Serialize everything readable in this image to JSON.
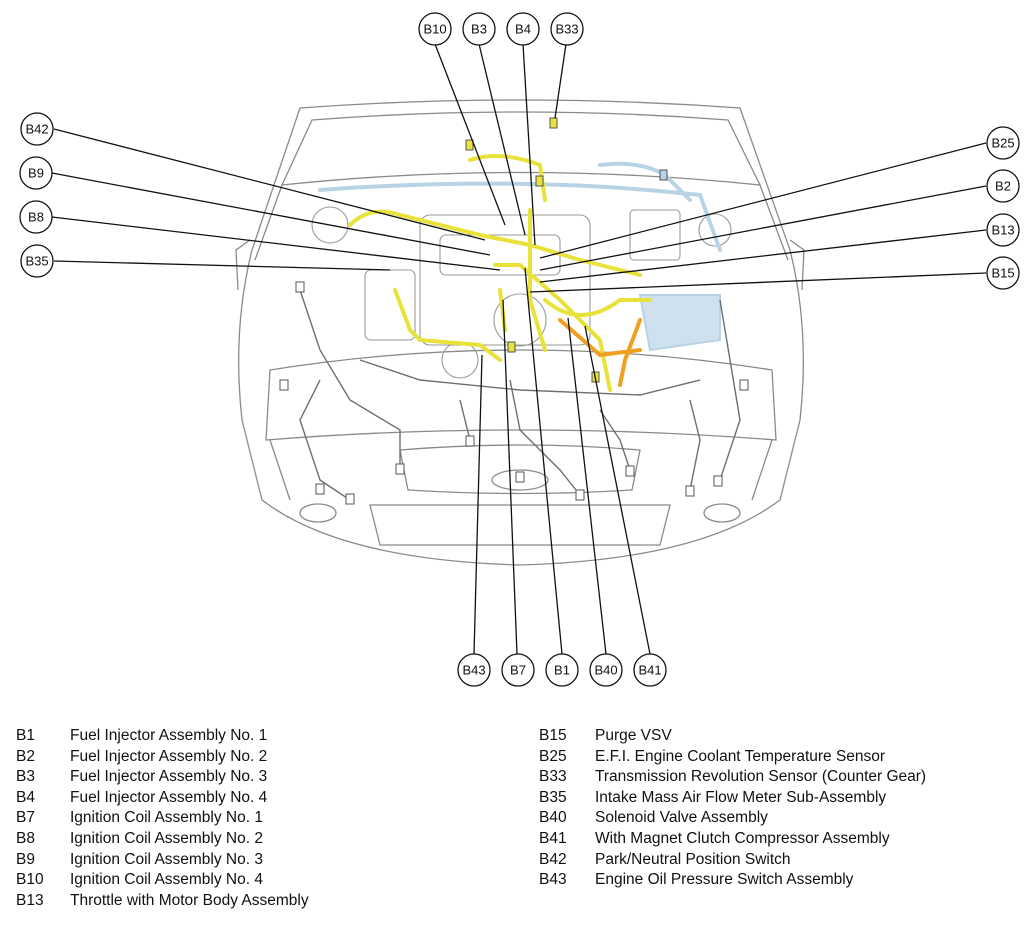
{
  "callouts": [
    {
      "code": "B10"
    },
    {
      "code": "B3"
    },
    {
      "code": "B4"
    },
    {
      "code": "B33"
    },
    {
      "code": "B42"
    },
    {
      "code": "B9"
    },
    {
      "code": "B8"
    },
    {
      "code": "B35"
    },
    {
      "code": "B25"
    },
    {
      "code": "B2"
    },
    {
      "code": "B13"
    },
    {
      "code": "B15"
    },
    {
      "code": "B43"
    },
    {
      "code": "B7"
    },
    {
      "code": "B1"
    },
    {
      "code": "B40"
    },
    {
      "code": "B41"
    }
  ],
  "legend": {
    "left": [
      {
        "code": "B1",
        "label": "Fuel Injector Assembly No. 1"
      },
      {
        "code": "B2",
        "label": "Fuel Injector Assembly No. 2"
      },
      {
        "code": "B3",
        "label": "Fuel Injector Assembly No. 3"
      },
      {
        "code": "B4",
        "label": "Fuel Injector Assembly No. 4"
      },
      {
        "code": "B7",
        "label": "Ignition Coil Assembly No. 1"
      },
      {
        "code": "B8",
        "label": "Ignition Coil Assembly No. 2"
      },
      {
        "code": "B9",
        "label": "Ignition Coil Assembly No. 3"
      },
      {
        "code": "B10",
        "label": "Ignition Coil Assembly No. 4"
      },
      {
        "code": "B13",
        "label": "Throttle with Motor Body Assembly"
      }
    ],
    "right": [
      {
        "code": "B15",
        "label": "Purge VSV"
      },
      {
        "code": "B25",
        "label": "E.F.I. Engine Coolant Temperature Sensor"
      },
      {
        "code": "B33",
        "label": "Transmission Revolution Sensor (Counter Gear)"
      },
      {
        "code": "B35",
        "label": "Intake Mass Air Flow Meter Sub-Assembly"
      },
      {
        "code": "B40",
        "label": "Solenoid Valve Assembly"
      },
      {
        "code": "B41",
        "label": "With Magnet Clutch Compressor Assembly"
      },
      {
        "code": "B42",
        "label": "Park/Neutral Position Switch"
      },
      {
        "code": "B43",
        "label": "Engine Oil Pressure Switch Assembly"
      }
    ]
  },
  "colors": {
    "harness_main": "#e8e23a",
    "harness_orange": "#f0a020",
    "harness_blue": "#b9d3e6",
    "outline": "#8a8a8a",
    "leader": "#111111"
  }
}
